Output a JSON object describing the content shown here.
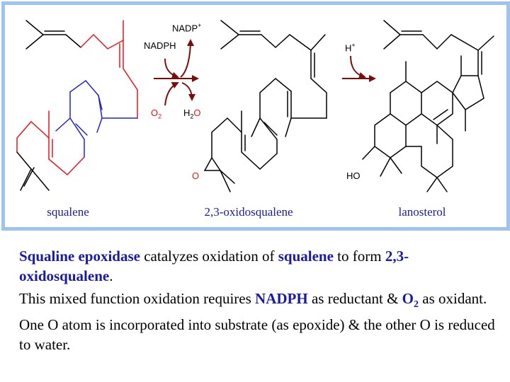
{
  "molecules": {
    "squalene": "squalene",
    "oxidosqualene": "2,3-oxidosqualene",
    "lanosterol": "lanosterol"
  },
  "reagents": {
    "nadp": "NADP",
    "nadp_charge": "+",
    "nadph": "NADPH",
    "o2_main": "O",
    "o2_sub": "2",
    "h2o_h": "H",
    "h2o_sub": "2",
    "h2o_o": "O",
    "h_plus": "H",
    "h_charge": "+",
    "epoxide_o": "O",
    "hydroxyl": "HO"
  },
  "description": {
    "p1": {
      "enzyme": "Squaline epoxidase",
      "t1": " catalyzes oxidation of ",
      "substrate": "squalene",
      "t2": " to form ",
      "product": "2,3-oxidosqualene",
      "t3": "."
    },
    "p2": {
      "t1": "This mixed function oxidation requires ",
      "reductant": "NADPH",
      "t2": " as reductant & ",
      "oxidant_main": "O",
      "oxidant_sub": "2",
      "t3": " as oxidant. One O atom is incorporated into substrate (as epoxide) & the other O is reduced to water."
    }
  },
  "colors": {
    "panel_border": "#9ec3ee",
    "highlight": "#1a1aa6",
    "arrow": "#7a0c0c",
    "bond_red": "#e8141e",
    "bond_blue": "#2222cc"
  }
}
